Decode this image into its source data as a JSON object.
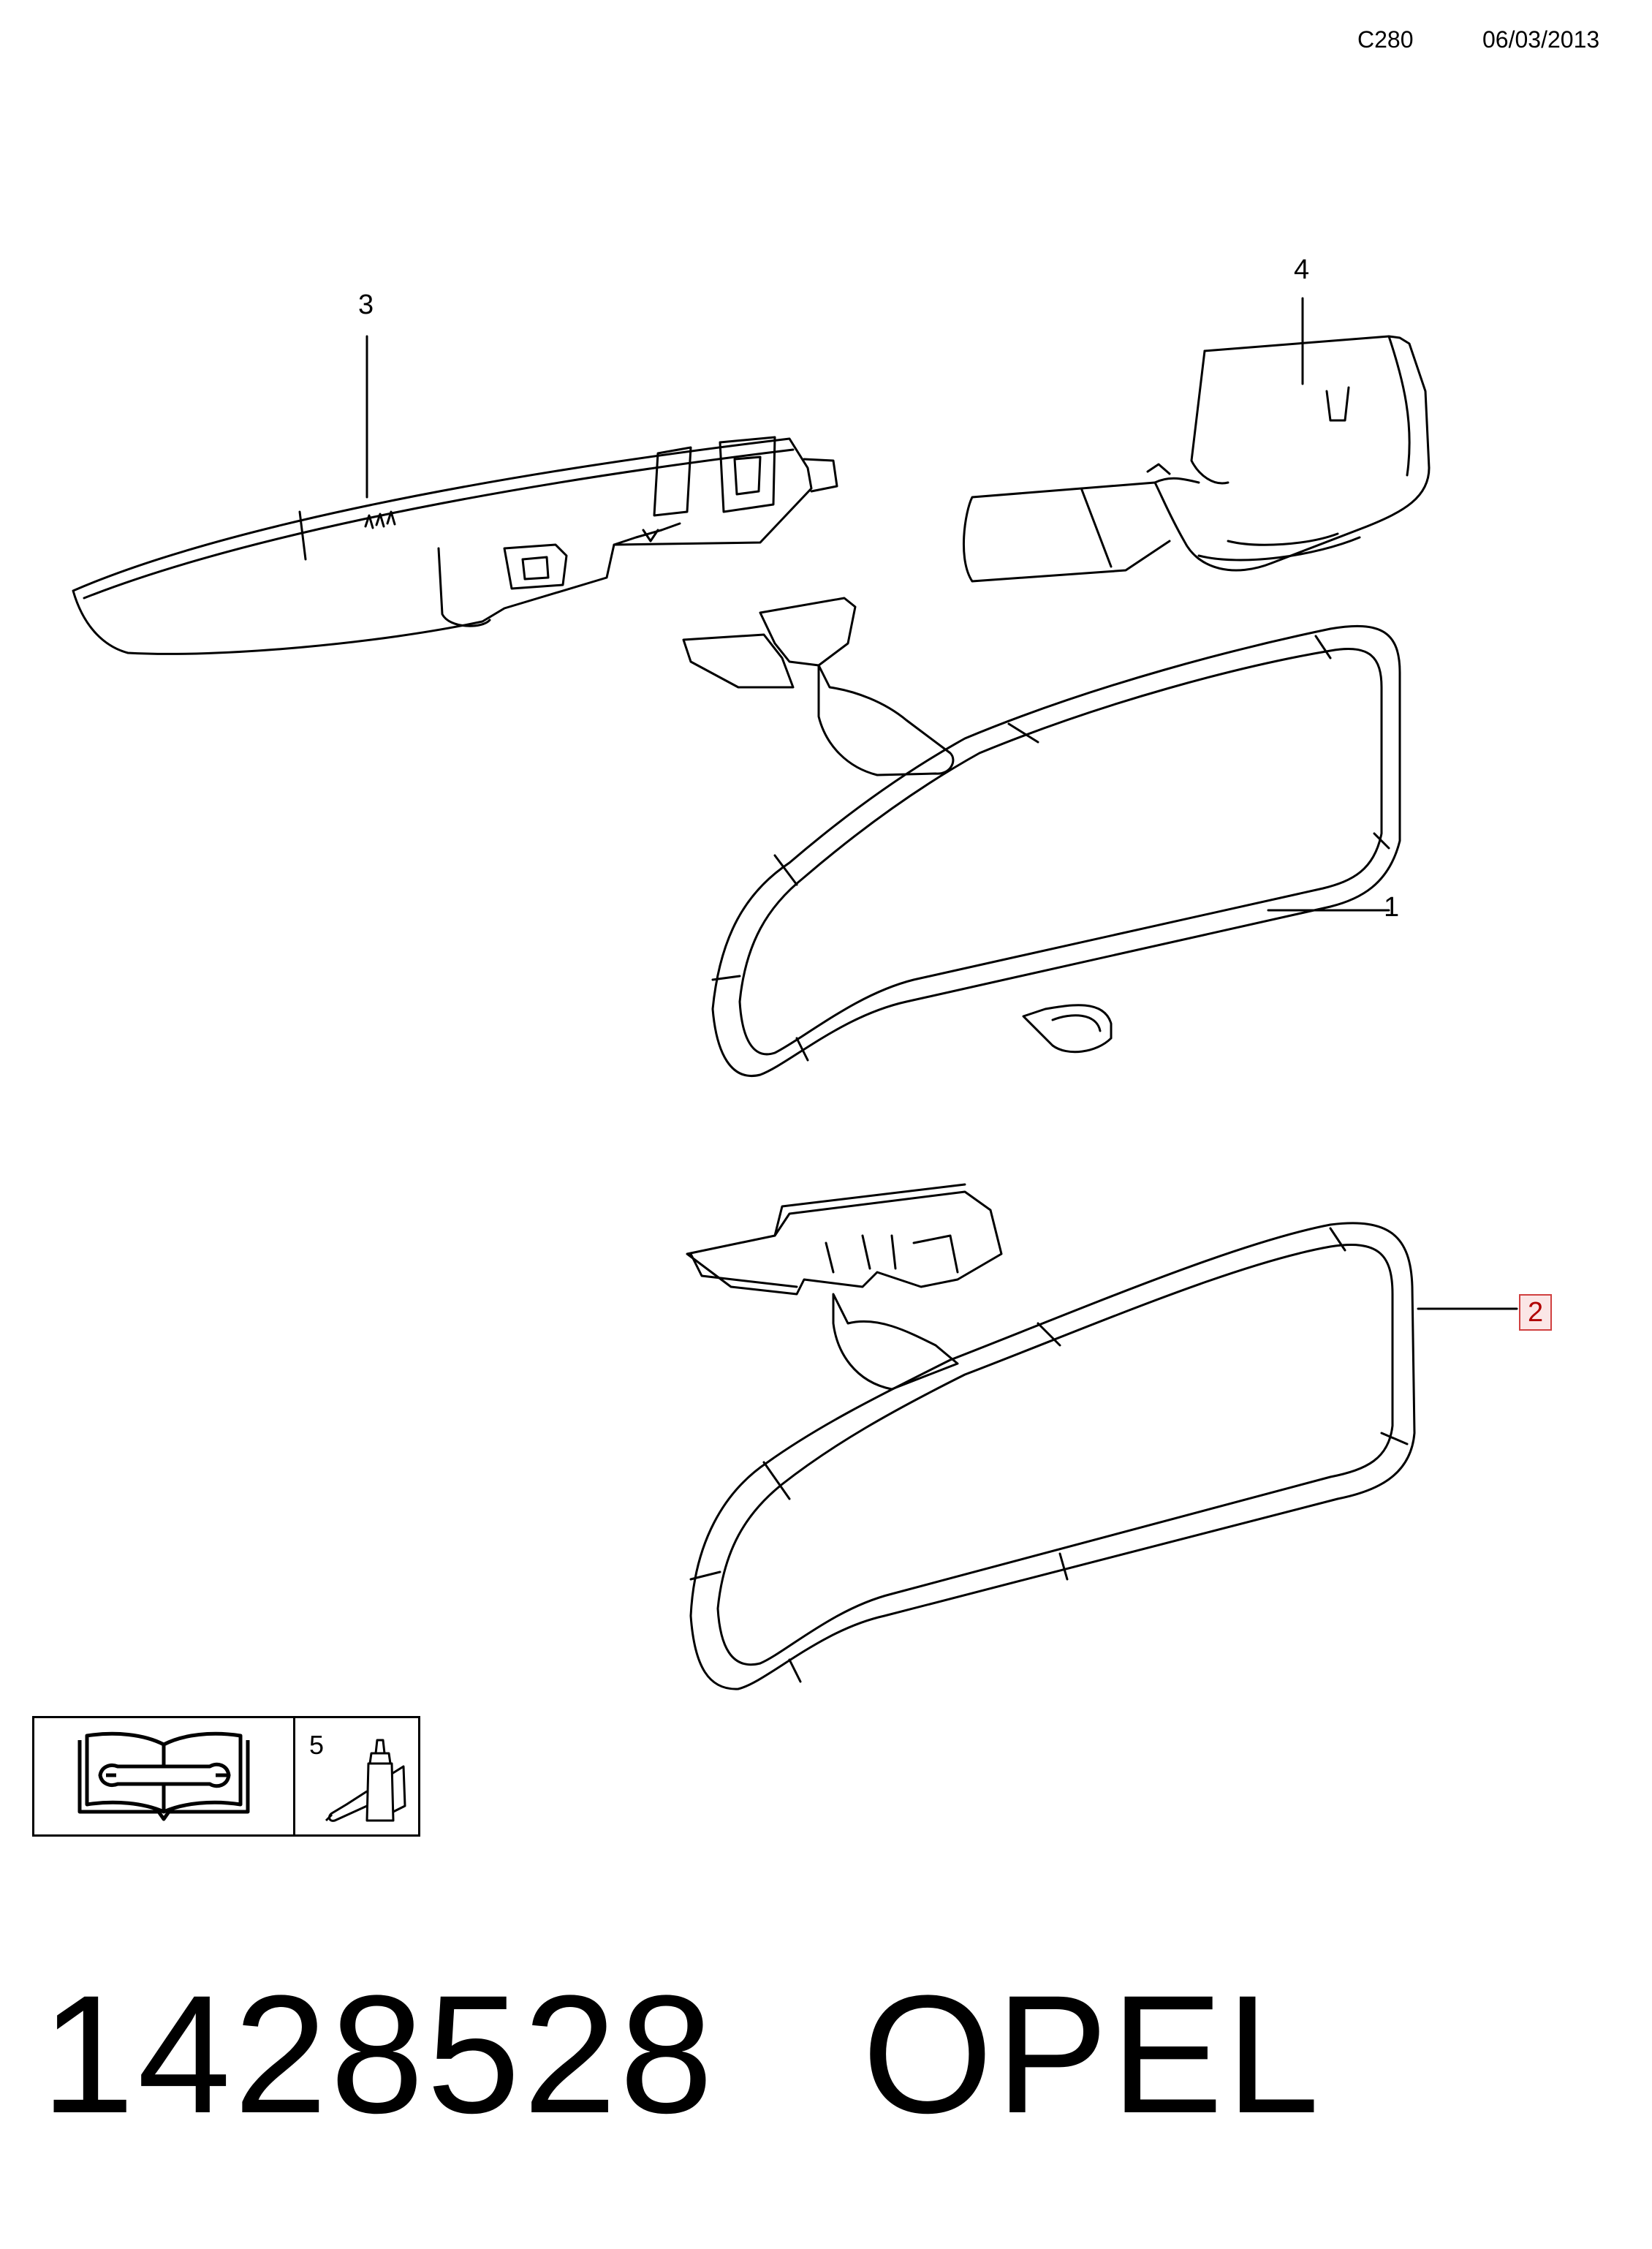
{
  "header": {
    "code": "C280",
    "date": "06/03/2013"
  },
  "callouts": {
    "item1": "1",
    "item2": "2",
    "item3": "3",
    "item4": "4"
  },
  "legend": {
    "item5": "5",
    "manual_icon": "repair-manual-icon",
    "adhesive_icon": "adhesive-bottle-icon"
  },
  "footer": {
    "part_number": "1428528",
    "brand": "OPEL"
  },
  "colors": {
    "highlight_border": "#d04040",
    "highlight_fill": "#fbe6e6"
  }
}
